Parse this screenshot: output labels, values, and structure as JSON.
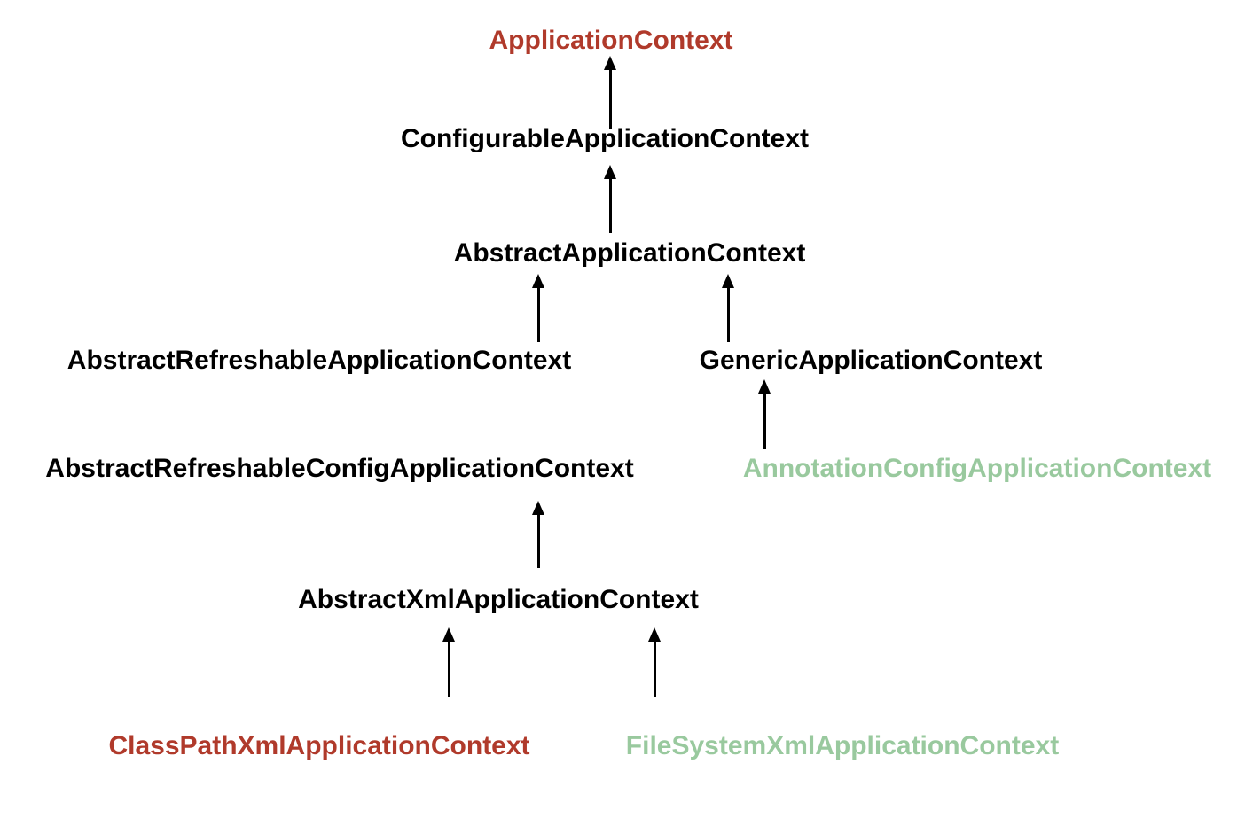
{
  "colors": {
    "background": "#FFFFFF",
    "arrow": "#000000",
    "red": "#B03A2B",
    "black": "#000000",
    "green": "#99C99E"
  },
  "nodes": [
    {
      "id": "application-context",
      "label": "ApplicationContext",
      "color": "#B03A2B"
    },
    {
      "id": "configurable-application-context",
      "label": "ConfigurableApplicationContext",
      "color": "#000000"
    },
    {
      "id": "abstract-application-context",
      "label": "AbstractApplicationContext",
      "color": "#000000"
    },
    {
      "id": "abstract-refreshable-application-context",
      "label": "AbstractRefreshableApplicationContext",
      "color": "#000000"
    },
    {
      "id": "generic-application-context",
      "label": "GenericApplicationContext",
      "color": "#000000"
    },
    {
      "id": "abstract-refreshable-config-application-context",
      "label": "AbstractRefreshableConfigApplicationContext",
      "color": "#000000"
    },
    {
      "id": "annotation-config-application-context",
      "label": "AnnotationConfigApplicationContext",
      "color": "#99C99E"
    },
    {
      "id": "abstract-xml-application-context",
      "label": "AbstractXmlApplicationContext",
      "color": "#000000"
    },
    {
      "id": "classpath-xml-application-context",
      "label": "ClassPathXmlApplicationContext",
      "color": "#B03A2B"
    },
    {
      "id": "filesystem-xml-application-context",
      "label": "FileSystemXmlApplicationContext",
      "color": "#99C99E"
    }
  ],
  "edges": [
    {
      "from": "ConfigurableApplicationContext",
      "to": "ApplicationContext"
    },
    {
      "from": "AbstractApplicationContext",
      "to": "ConfigurableApplicationContext"
    },
    {
      "from": "AbstractRefreshableApplicationContext",
      "to": "AbstractApplicationContext"
    },
    {
      "from": "GenericApplicationContext",
      "to": "AbstractApplicationContext"
    },
    {
      "from": "AbstractRefreshableConfigApplicationContext",
      "to": "AbstractRefreshableApplicationContext"
    },
    {
      "from": "AnnotationConfigApplicationContext",
      "to": "GenericApplicationContext"
    },
    {
      "from": "AbstractXmlApplicationContext",
      "to": "AbstractRefreshableConfigApplicationContext"
    },
    {
      "from": "ClassPathXmlApplicationContext",
      "to": "AbstractXmlApplicationContext"
    },
    {
      "from": "FileSystemXmlApplicationContext",
      "to": "AbstractXmlApplicationContext"
    }
  ]
}
